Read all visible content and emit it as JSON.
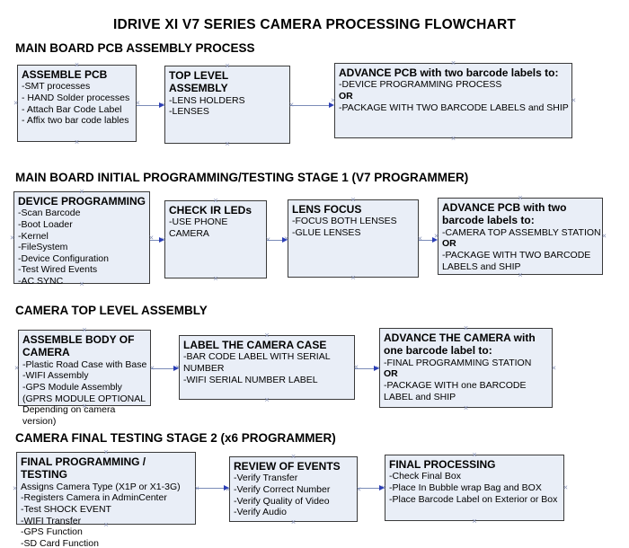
{
  "title": "IDRIVE XI V7 SERIES CAMERA PROCESSING FLOWCHART",
  "colors": {
    "box_fill": "#e9eef7",
    "box_border": "#3a3a3a",
    "arrow_line": "#7b8cb8",
    "arrow_head": "#2b3eb5",
    "handle": "#8a94b8"
  },
  "sections": [
    {
      "heading": "MAIN BOARD PCB ASSEMBLY PROCESS",
      "boxes": [
        {
          "title": "ASSEMBLE PCB",
          "lines": [
            {
              "t": " -SMT processes"
            },
            {
              "t": "- HAND Solder processes"
            },
            {
              "t": "- Attach Bar Code Label"
            },
            {
              "t": "- Affix two bar code lables"
            }
          ]
        },
        {
          "title": "TOP LEVEL ASSEMBLY",
          "lines": [
            {
              "t": "-LENS HOLDERS"
            },
            {
              "t": "-LENSES"
            }
          ]
        },
        {
          "title": "ADVANCE PCB with two barcode labels to:",
          "lines": [
            {
              "t": "-DEVICE PROGRAMMING PROCESS"
            },
            {
              "t": "OR",
              "b": true
            },
            {
              "t": "-PACKAGE WITH TWO BARCODE LABELS and SHIP"
            }
          ]
        }
      ]
    },
    {
      "heading": "MAIN BOARD INITIAL PROGRAMMING/TESTING STAGE 1 (V7 PROGRAMMER)",
      "boxes": [
        {
          "title": "DEVICE PROGRAMMING",
          "lines": [
            {
              "t": "-Scan Barcode"
            },
            {
              "t": "-Boot Loader"
            },
            {
              "t": "-Kernel"
            },
            {
              "t": "-FileSystem"
            },
            {
              "t": "-Device Configuration"
            },
            {
              "t": "-Test Wired Events"
            },
            {
              "t": "-AC SYNC"
            }
          ]
        },
        {
          "title": "CHECK IR LEDs",
          "lines": [
            {
              "t": "-USE PHONE CAMERA"
            }
          ]
        },
        {
          "title": "LENS FOCUS",
          "lines": [
            {
              "t": "-FOCUS BOTH LENSES"
            },
            {
              "t": "-GLUE LENSES"
            }
          ]
        },
        {
          "title": "ADVANCE PCB with two barcode labels to:",
          "lines": [
            {
              "t": "-CAMERA TOP ASSEMBLY STATION"
            },
            {
              "t": "OR",
              "b": true
            },
            {
              "t": "-PACKAGE WITH TWO BARCODE LABELS and SHIP"
            }
          ]
        }
      ]
    },
    {
      "heading": "CAMERA TOP LEVEL ASSEMBLY",
      "boxes": [
        {
          "title": "ASSEMBLE BODY OF CAMERA",
          "lines": [
            {
              "t": "-Plastic Road Case with Base"
            },
            {
              "t": "-WIFI Assembly"
            },
            {
              "t": "-GPS Module Assembly"
            },
            {
              "t": "(GPRS MODULE OPTIONAL"
            },
            {
              "t": "Depending on camera version)"
            }
          ]
        },
        {
          "title": "LABEL THE CAMERA CASE",
          "lines": [
            {
              "t": "-BAR CODE LABEL WITH SERIAL NUMBER"
            },
            {
              "t": "-WIFI SERIAL NUMBER LABEL"
            }
          ]
        },
        {
          "title": "ADVANCE THE CAMERA with one barcode label to:",
          "lines": [
            {
              "t": "-FINAL PROGRAMMING STATION"
            },
            {
              "t": "OR",
              "b": true
            },
            {
              "t": "-PACKAGE WITH one BARCODE LABEL and SHIP"
            }
          ]
        }
      ]
    },
    {
      "heading": "CAMERA FINAL TESTING STAGE 2 (x6 PROGRAMMER)",
      "boxes": [
        {
          "title": "FINAL PROGRAMMING / TESTING",
          "lines": [
            {
              "t": "Assigns Camera Type (X1P or X1-3G)"
            },
            {
              "t": "-Registers Camera in AdminCenter"
            },
            {
              "t": "-Test SHOCK EVENT"
            },
            {
              "t": "-WIFI Transfer"
            },
            {
              "t": "-GPS Function"
            },
            {
              "t": "-SD Card Function"
            }
          ]
        },
        {
          "title": "REVIEW OF EVENTS",
          "lines": [
            {
              "t": "-Verify Transfer"
            },
            {
              "t": "-Verify Correct Number"
            },
            {
              "t": "-Verify Quality of Video"
            },
            {
              "t": "-Verify Audio"
            }
          ]
        },
        {
          "title": "FINAL PROCESSING",
          "lines": [
            {
              "t": " -Check Final Box"
            },
            {
              "t": "-Place In Bubble wrap Bag and BOX"
            },
            {
              "t": "-Place Barcode Label on Exterior or Box"
            }
          ]
        }
      ]
    }
  ]
}
